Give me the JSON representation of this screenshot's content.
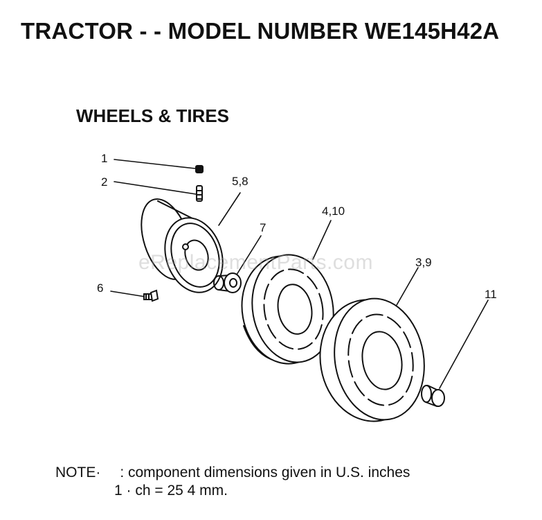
{
  "title": "TRACTOR - - MODEL NUMBER WE145H42A",
  "section": "WHEELS & TIRES",
  "watermark": "eReplacementParts.com",
  "callouts": {
    "c1": "1",
    "c2": "2",
    "c58": "5,8",
    "c7": "7",
    "c410": "4,10",
    "c39": "3,9",
    "c6": "6",
    "c11": "11"
  },
  "note": {
    "label": "NOTE·",
    "line1": ": component dimensions given in U.S. inches",
    "line2": "1 · ch = 25 4 mm."
  },
  "colors": {
    "ink": "#111111",
    "watermark": "#a0a0a0"
  }
}
